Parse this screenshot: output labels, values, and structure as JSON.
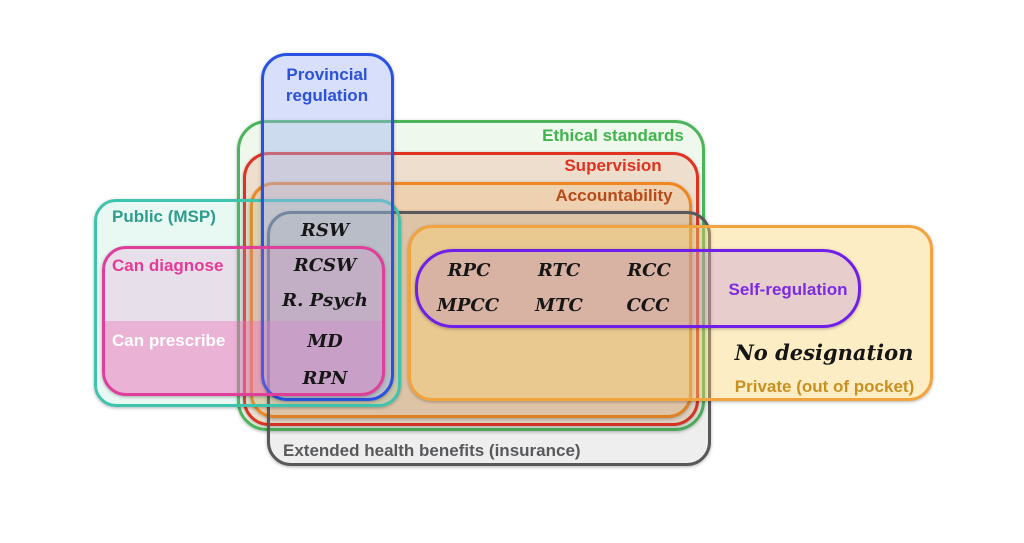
{
  "diagram": {
    "background_color": "#ffffff",
    "sets": {
      "provincial_regulation": {
        "label": "Provincial regulation",
        "color": "#2b52d9",
        "border_color": "#2952e3"
      },
      "ethical_standards": {
        "label": "Ethical standards",
        "color": "#41b44e",
        "border_color": "#4cb45a"
      },
      "supervision": {
        "label": "Supervision",
        "color": "#df3220",
        "border_color": "#e03222"
      },
      "accountability": {
        "label": "Accountability",
        "color": "#b54a1a",
        "border_color": "#ee8722"
      },
      "public_msp": {
        "label": "Public (MSP)",
        "color": "#2f9d8c",
        "border_color": "#3ec3ad"
      },
      "can_diagnose": {
        "label": "Can diagnose",
        "color": "#e63a97",
        "border_color": "#df3f9b"
      },
      "can_prescribe": {
        "label": "Can prescribe",
        "color": "#ffffff",
        "fill_color": "#ec6eb4"
      },
      "extended_health_benefits": {
        "label": "Extended health benefits (insurance)",
        "color": "#58595b",
        "border_color": "#58585a"
      },
      "private_out_of_pocket": {
        "label": "Private (out of pocket)",
        "color": "#c89020",
        "border_color": "#f1a33d"
      },
      "self_regulation": {
        "label": "Self-regulation",
        "color": "#7b2be0",
        "border_color": "#6f1fe8"
      },
      "no_designation": {
        "label": "No designation",
        "color": "#151515"
      }
    },
    "members": {
      "public_regulated": [
        "RSW",
        "RCSW",
        "R. Psych",
        "MD",
        "RPN"
      ],
      "self_regulated": [
        [
          "RPC",
          "RTC",
          "RCC"
        ],
        [
          "MPCC",
          "MTC",
          "CCC"
        ]
      ]
    }
  }
}
